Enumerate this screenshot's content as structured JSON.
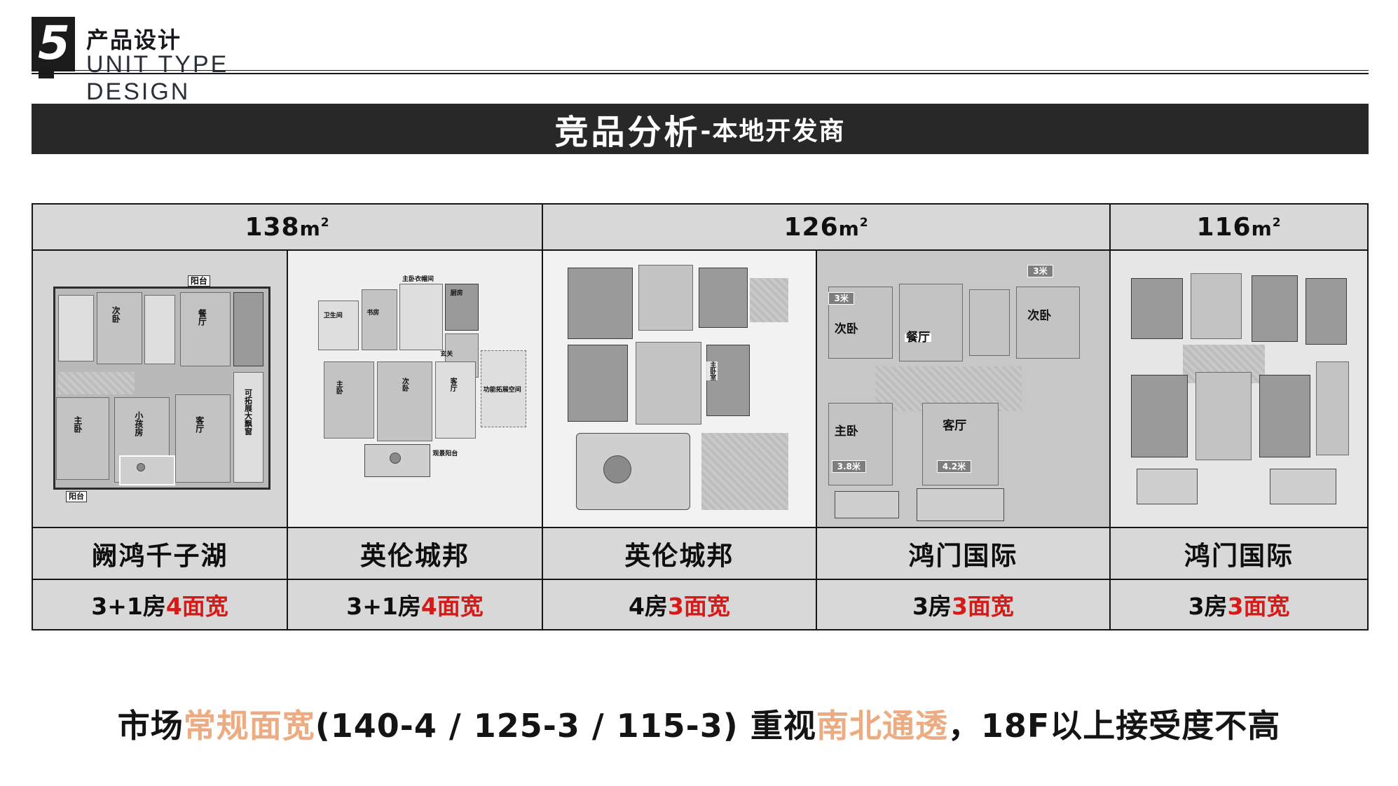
{
  "logo": {
    "mark_glyph": "5",
    "cn_title": "产品设计",
    "en_title": "UNIT TYPE DESIGN"
  },
  "title_bar": {
    "main": "竞品分析",
    "sub": "-本地开发商"
  },
  "table": {
    "headers": [
      {
        "value": "138",
        "unit": "m",
        "sup": "2",
        "span": 2
      },
      {
        "value": "126",
        "unit": "m",
        "sup": "2",
        "span": 2
      },
      {
        "value": "116",
        "unit": "m",
        "sup": "2",
        "span": 1
      }
    ],
    "columns": [
      {
        "name": "阙鸿千子湖",
        "spec_black": "3+1房",
        "spec_red": "4面宽",
        "plan_labels": [
          "次卧",
          "餐厅",
          "阳台",
          "主卧",
          "小孩房",
          "客厅",
          "可拓展大飘窗",
          "阳台"
        ]
      },
      {
        "name": "英伦城邦",
        "spec_black": "3+1房",
        "spec_red": "4面宽",
        "plan_labels": [
          "主卧衣帽间",
          "厨房",
          "卫生间",
          "书房",
          "主卧",
          "次卧",
          "客厅",
          "玄关",
          "功能拓展空间",
          "观景阳台"
        ]
      },
      {
        "name": "英伦城邦",
        "spec_black": "4房",
        "spec_red": "3面宽",
        "plan_labels": [
          "主卧室"
        ]
      },
      {
        "name": "鸿门国际",
        "spec_black": "3房",
        "spec_red": "3面宽",
        "plan_labels": [
          "3米",
          "次卧",
          "餐厅",
          "3米",
          "次卧",
          "主卧",
          "客厅",
          "3.8米",
          "4.2米"
        ]
      },
      {
        "name": "鸿门国际",
        "spec_black": "3房",
        "spec_red": "3面宽",
        "plan_labels": []
      }
    ]
  },
  "caption": {
    "seg1": "市场",
    "seg2": "常规面宽",
    "seg3": "(140-4 / 125-3 / 115-3)  重视",
    "seg4": "南北通透",
    "seg5": "，18F以上接受度不高"
  },
  "colors": {
    "title_bar_bg": "#282828",
    "cell_bg": "#d8d8d8",
    "accent_red": "#d61a18",
    "accent_orange": "#edab81",
    "border": "#151515"
  }
}
